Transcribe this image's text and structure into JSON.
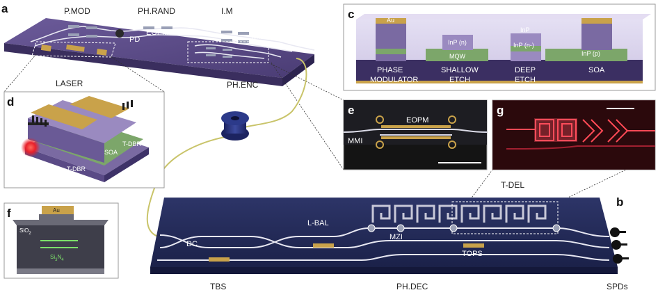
{
  "colors": {
    "chip_purple": "#5a4a86",
    "chip_navy": "#232a58",
    "waveguide": "#e8e8f2",
    "gold": "#c9a24a",
    "fiber": "#c9c46a",
    "laser_red": "#e8202a",
    "soa_green": "#7ca66a",
    "inp_purple": "#7a6aa2"
  },
  "panel_a": {
    "letter": "a",
    "labels": {
      "pmod": "P.MOD",
      "phrand": "PH.RAND",
      "im": "I.M",
      "pd": "PD",
      "eopm": "EOPM",
      "mmi": "MMI",
      "laser": "LASER",
      "phenc": "PH.ENC"
    }
  },
  "panel_b": {
    "letter": "b",
    "labels": {
      "lbal": "L-BAL",
      "dc": "DC",
      "mzi": "MZI",
      "tops": "TOPS",
      "tdel": "T-DEL",
      "tbs": "TBS",
      "phdec": "PH.DEC",
      "spds": "SPDs"
    }
  },
  "panel_c": {
    "letter": "c",
    "labels": {
      "au": "Au",
      "inp_n": "InP (n)",
      "mqw": "MQW",
      "inp": "InP",
      "inp_n_minus": "InP (n-)",
      "inp_p": "InP (p)",
      "phase_mod": "PHASE\nMODULATOR",
      "shallow": "SHALLOW\nETCH",
      "deep": "DEEP\nETCH",
      "soa": "SOA"
    }
  },
  "panel_d": {
    "letter": "d",
    "labels": {
      "tdbr_left": "T-DBR",
      "soa": "SOA",
      "tdbr_right": "T-DBR"
    }
  },
  "panel_e": {
    "letter": "e",
    "labels": {
      "eopm": "EOPM",
      "mmi": "MMI"
    }
  },
  "panel_f": {
    "letter": "f",
    "labels": {
      "au": "Au",
      "sio2": "SiO",
      "sio2_sub": "2",
      "si3n4": "Si",
      "si3n4_sub1": "3",
      "si3n4_mid": "N",
      "si3n4_sub2": "4"
    }
  },
  "panel_g": {
    "letter": "g"
  }
}
